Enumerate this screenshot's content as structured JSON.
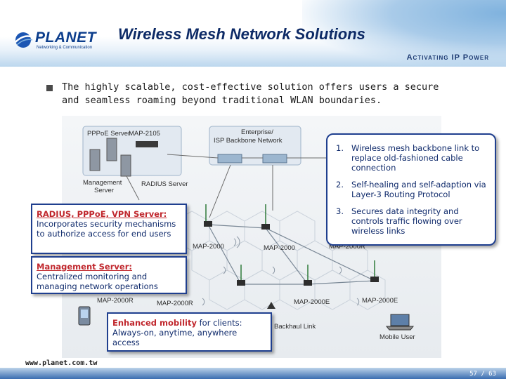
{
  "header": {
    "logo_text": "PLANET",
    "logo_tagline": "Networking & Communication",
    "title": "Wireless Mesh Network Solutions",
    "tagline": "Activating IP Power"
  },
  "bullet": {
    "text": "The highly scalable, cost-effective solution offers users a secure and seamless roaming beyond traditional WLAN boundaries."
  },
  "diagram": {
    "labels": {
      "pppoe_server": "PPPoE Server",
      "map_2105": "MAP-2105",
      "enterprise": "Enterprise/",
      "isp_backbone": "ISP Backbone Network",
      "management_server": "Management",
      "management_server_2": "Server",
      "radius_server": "RADIUS Server",
      "map_2000_a": "MAP-2000",
      "map_2000_b": "MAP-2000",
      "map_2000r_a": "MAP-2000R",
      "map_2000r_b": "MAP-2000R",
      "map_2000r_c": "MAP-2000R",
      "map_2000e_a": "MAP-2000E",
      "map_2000e_b": "MAP-2000E",
      "backhaul_link": "Backhaul Link",
      "mobile_user": "Mobile User"
    }
  },
  "callouts": {
    "features": [
      {
        "num": "1.",
        "text": "Wireless mesh backbone link to replace old-fashioned cable connection"
      },
      {
        "num": "2.",
        "text": "Self-healing and self-adaption via Layer-3 Routing Protocol"
      },
      {
        "num": "3.",
        "text": "Secures data integrity and controls traffic flowing over wireless links"
      }
    ],
    "radius": {
      "heading": "RADIUS, PPPoE, VPN Server:",
      "body": "Incorporates security mechanisms to authorize access for end users"
    },
    "management": {
      "heading": "Management Server:",
      "body": "Centralized monitoring and managing network operations"
    },
    "mobility": {
      "emphasis": "Enhanced mobility",
      "rest": " for clients:",
      "body": "Always-on, anytime, anywhere access"
    }
  },
  "footer": {
    "url": "www.planet.com.tw",
    "page": "57 / 63"
  },
  "colors": {
    "title": "#0d2a66",
    "callout_border": "#1f3f8f",
    "callout_heading": "#c0272d",
    "footer_band": "#3a6db0"
  }
}
